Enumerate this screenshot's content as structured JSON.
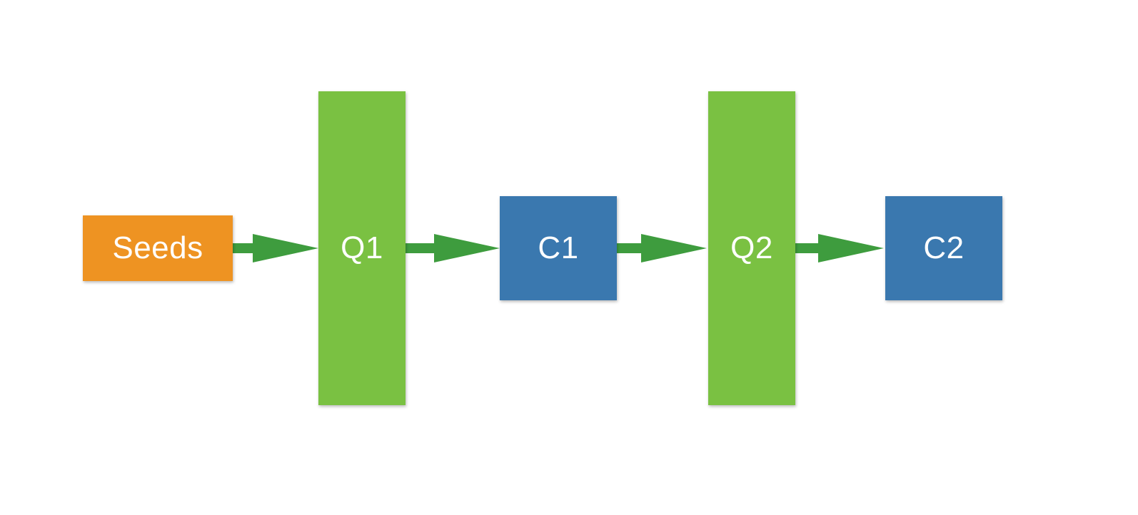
{
  "nodes": [
    {
      "id": "seeds",
      "label": "Seeds",
      "color": "#EE9322"
    },
    {
      "id": "q1",
      "label": "Q1",
      "color": "#7AC142"
    },
    {
      "id": "c1",
      "label": "C1",
      "color": "#3A78AF"
    },
    {
      "id": "q2",
      "label": "Q2",
      "color": "#7AC142"
    },
    {
      "id": "c2",
      "label": "C2",
      "color": "#3A78AF"
    }
  ],
  "edges": [
    {
      "from": "seeds",
      "to": "q1"
    },
    {
      "from": "q1",
      "to": "c1"
    },
    {
      "from": "c1",
      "to": "q2"
    },
    {
      "from": "q2",
      "to": "c2"
    }
  ],
  "colors": {
    "arrow": "#3E9C3E",
    "background": "#FFFFFF"
  }
}
